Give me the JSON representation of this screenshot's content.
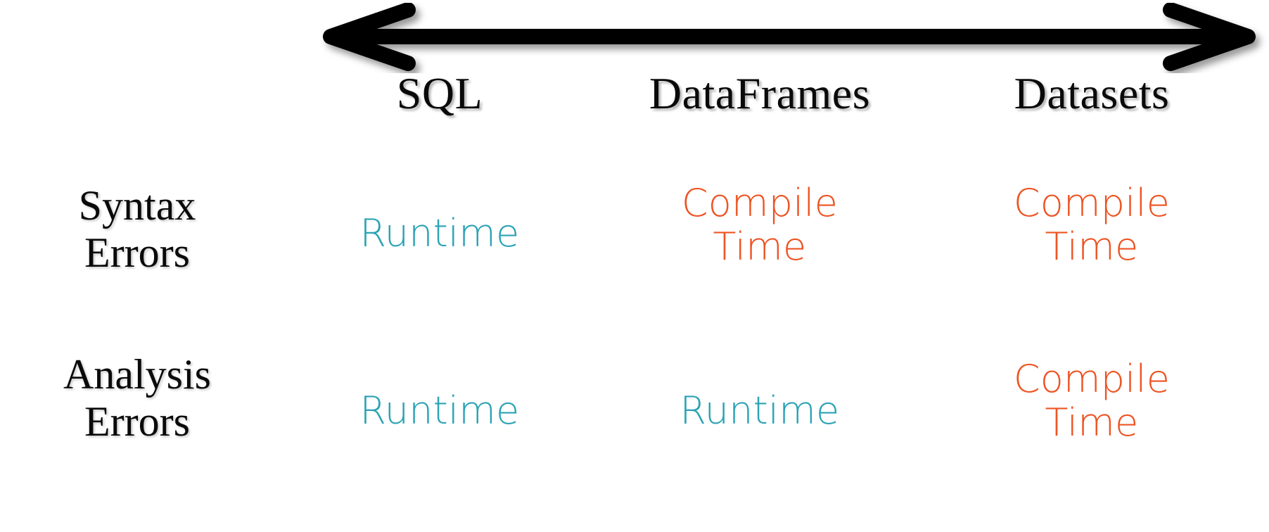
{
  "figure": {
    "title_present": false,
    "background": "#ffffff",
    "arrow": {
      "name": "double-headed-arrow",
      "direction": "bidirectional",
      "color": "#000000",
      "has_shadow": true,
      "meaning": "spectrum across SQL, DataFrames, Datasets"
    }
  },
  "colors": {
    "runtime": "#2ba3b5",
    "compile": "#ee5423",
    "text": "#0a0a0a",
    "background": "#ffffff"
  },
  "table": {
    "corner_label": "",
    "columns": [
      {
        "id": "sql",
        "label": "SQL"
      },
      {
        "id": "dataframes",
        "label": "DataFrames"
      },
      {
        "id": "datasets",
        "label": "Datasets"
      }
    ],
    "rows": [
      {
        "id": "syntax-errors",
        "label_line1": "Syntax",
        "label_line2": "Errors",
        "cells": [
          {
            "column": "sql",
            "kind": "runtime",
            "line1": "Runtime",
            "line2": ""
          },
          {
            "column": "dataframes",
            "kind": "compile",
            "line1": "Compile",
            "line2": "Time"
          },
          {
            "column": "datasets",
            "kind": "compile",
            "line1": "Compile",
            "line2": "Time"
          }
        ]
      },
      {
        "id": "analysis-errors",
        "label_line1": "Analysis",
        "label_line2": "Errors",
        "cells": [
          {
            "column": "sql",
            "kind": "runtime",
            "line1": "Runtime",
            "line2": ""
          },
          {
            "column": "dataframes",
            "kind": "runtime",
            "line1": "Runtime",
            "line2": ""
          },
          {
            "column": "datasets",
            "kind": "compile",
            "line1": "Compile",
            "line2": "Time"
          }
        ]
      }
    ]
  }
}
